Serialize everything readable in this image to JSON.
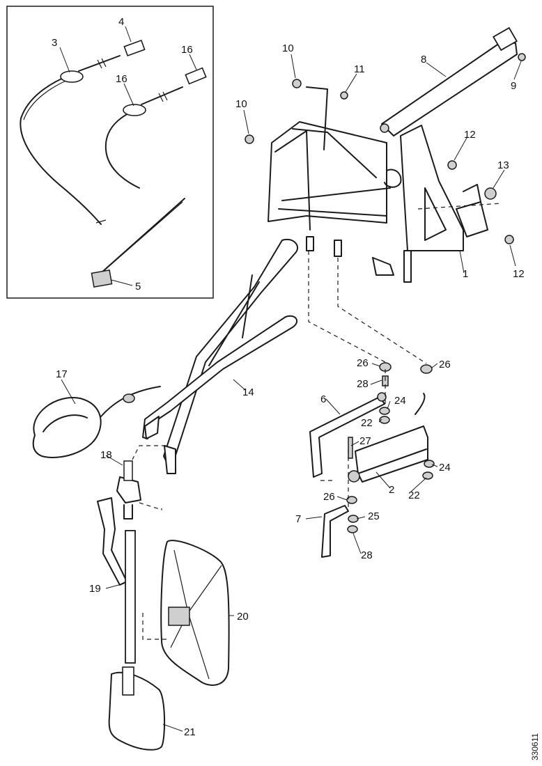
{
  "diagram": {
    "drawing_number": "330611",
    "callouts": [
      {
        "id": "c3",
        "text": "3"
      },
      {
        "id": "c4",
        "text": "4"
      },
      {
        "id": "c16a",
        "text": "16"
      },
      {
        "id": "c16b",
        "text": "16"
      },
      {
        "id": "c5",
        "text": "5"
      },
      {
        "id": "c10a",
        "text": "10"
      },
      {
        "id": "c10b",
        "text": "10"
      },
      {
        "id": "c11",
        "text": "11"
      },
      {
        "id": "c8",
        "text": "8"
      },
      {
        "id": "c9",
        "text": "9"
      },
      {
        "id": "c12a",
        "text": "12"
      },
      {
        "id": "c13",
        "text": "13"
      },
      {
        "id": "c1",
        "text": "1"
      },
      {
        "id": "c12b",
        "text": "12"
      },
      {
        "id": "c14",
        "text": "14"
      },
      {
        "id": "c17",
        "text": "17"
      },
      {
        "id": "c18",
        "text": "18"
      },
      {
        "id": "c26a",
        "text": "26"
      },
      {
        "id": "c26b",
        "text": "26"
      },
      {
        "id": "c28a",
        "text": "28"
      },
      {
        "id": "c6",
        "text": "6"
      },
      {
        "id": "c24a",
        "text": "24"
      },
      {
        "id": "c22a",
        "text": "22"
      },
      {
        "id": "c27",
        "text": "27"
      },
      {
        "id": "c24b",
        "text": "24"
      },
      {
        "id": "c2",
        "text": "2"
      },
      {
        "id": "c22b",
        "text": "22"
      },
      {
        "id": "c26c",
        "text": "26"
      },
      {
        "id": "c7",
        "text": "7"
      },
      {
        "id": "c25",
        "text": "25"
      },
      {
        "id": "c28b",
        "text": "28"
      },
      {
        "id": "c19",
        "text": "19"
      },
      {
        "id": "c20",
        "text": "20"
      },
      {
        "id": "c21",
        "text": "21"
      }
    ]
  }
}
